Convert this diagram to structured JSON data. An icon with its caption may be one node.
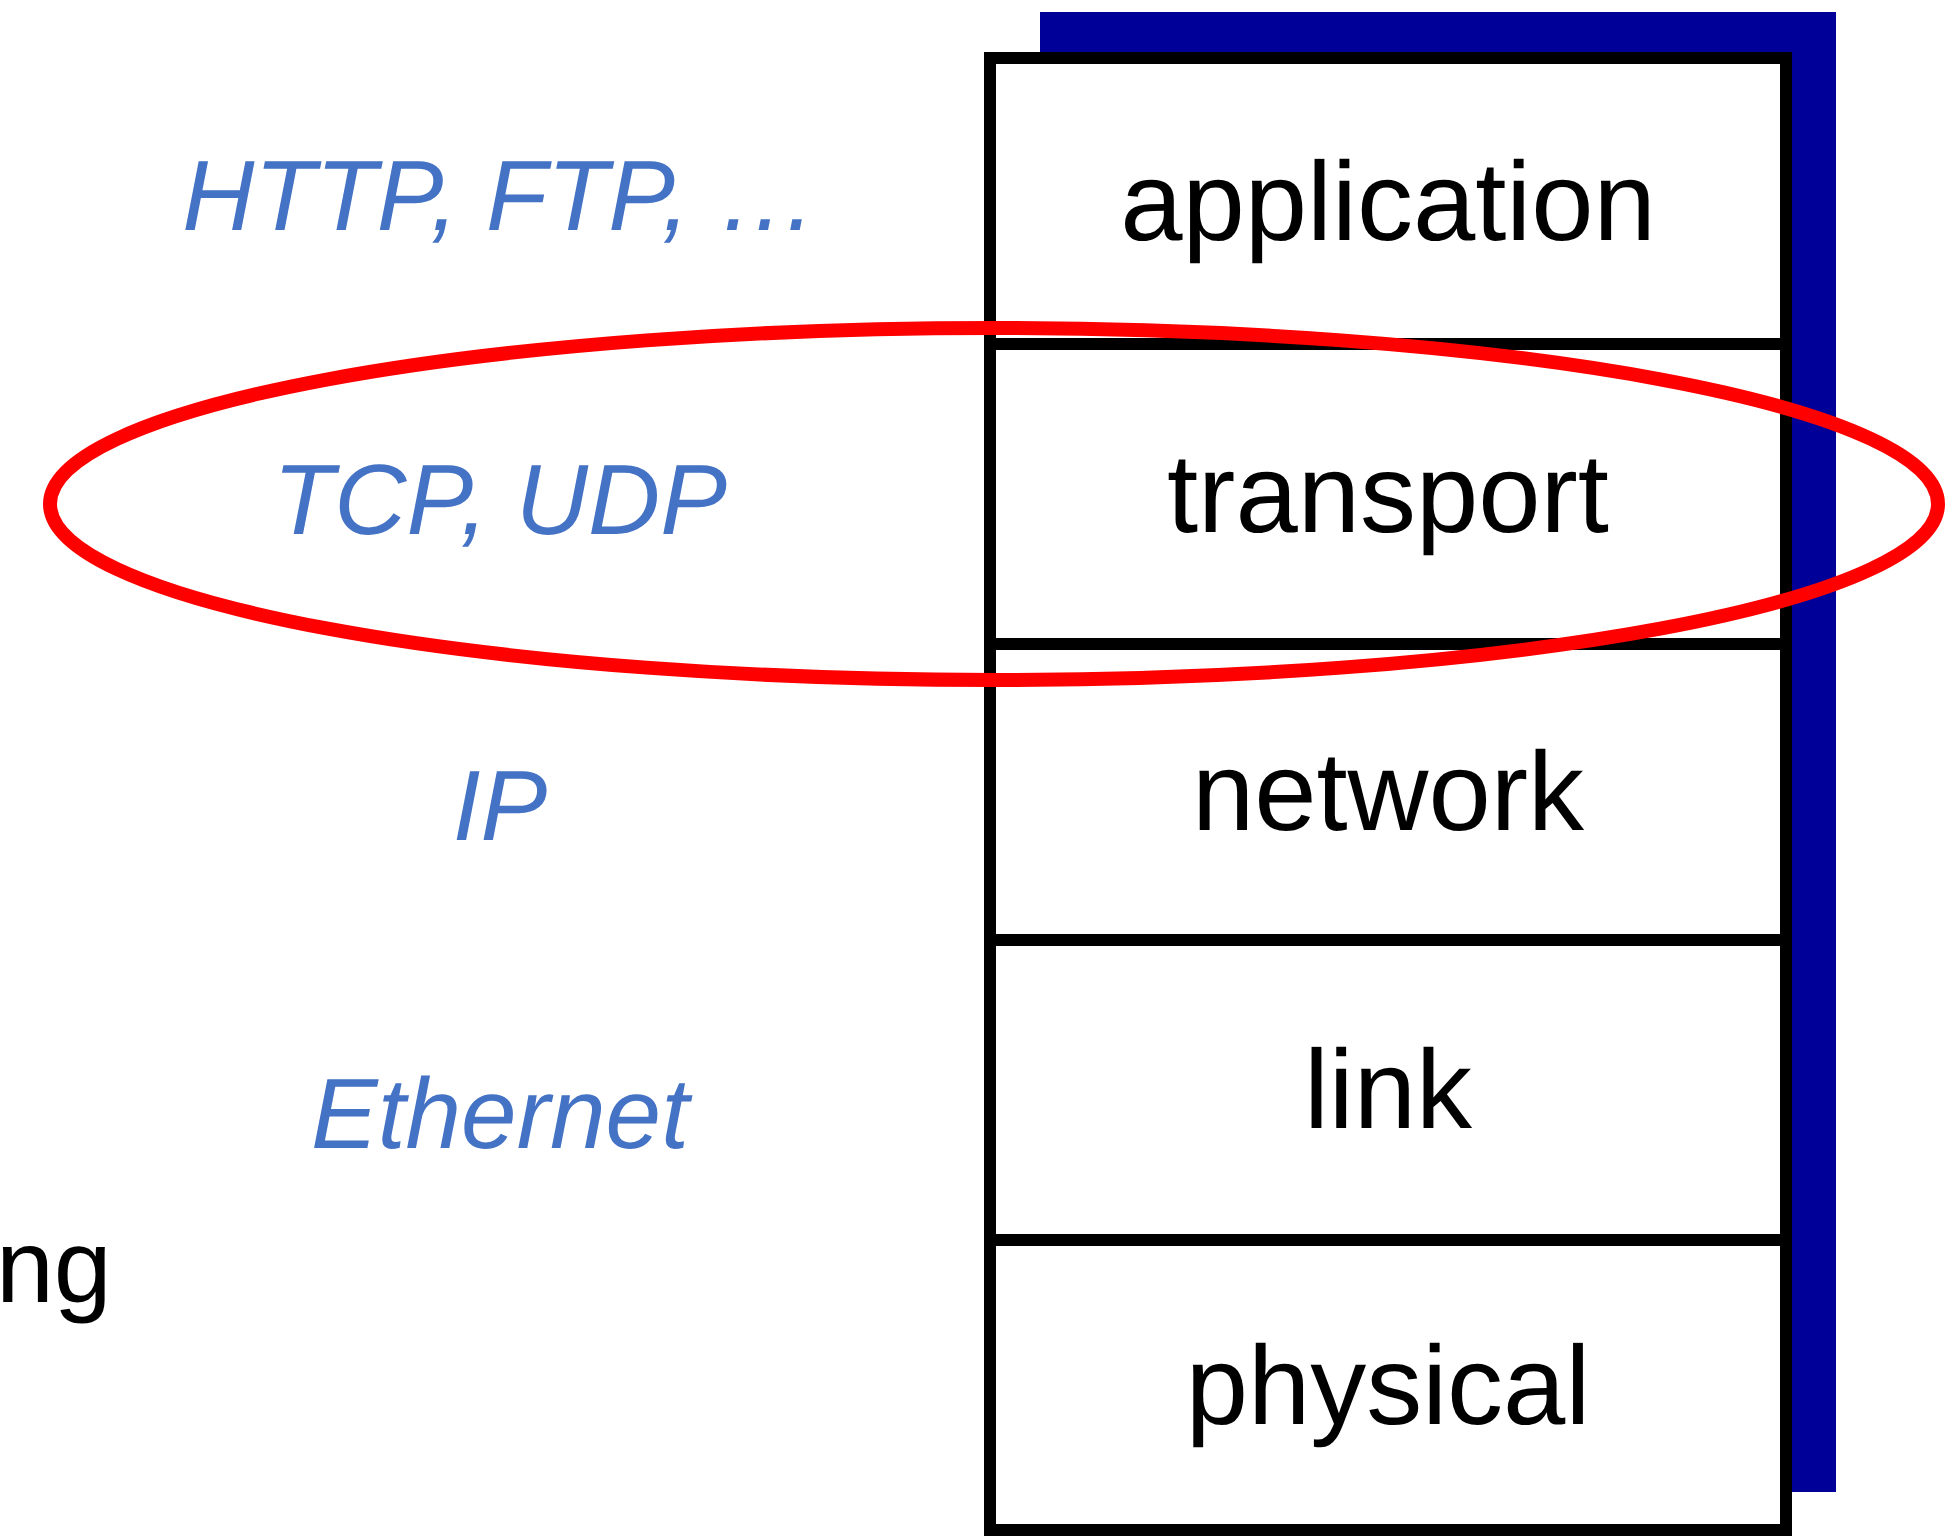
{
  "diagram": {
    "nodes": [
      {
        "text": [
          "application"
        ]
      },
      {
        "text": [
          "transport"
        ]
      },
      {
        "text": [
          "network"
        ]
      },
      {
        "text": [
          "link"
        ]
      },
      {
        "text": [
          "physical"
        ]
      }
    ],
    "labels": [
      "HTTP, FTP, …",
      "TCP, UDP",
      "IP",
      "Ethernet",
      "ng"
    ]
  }
}
